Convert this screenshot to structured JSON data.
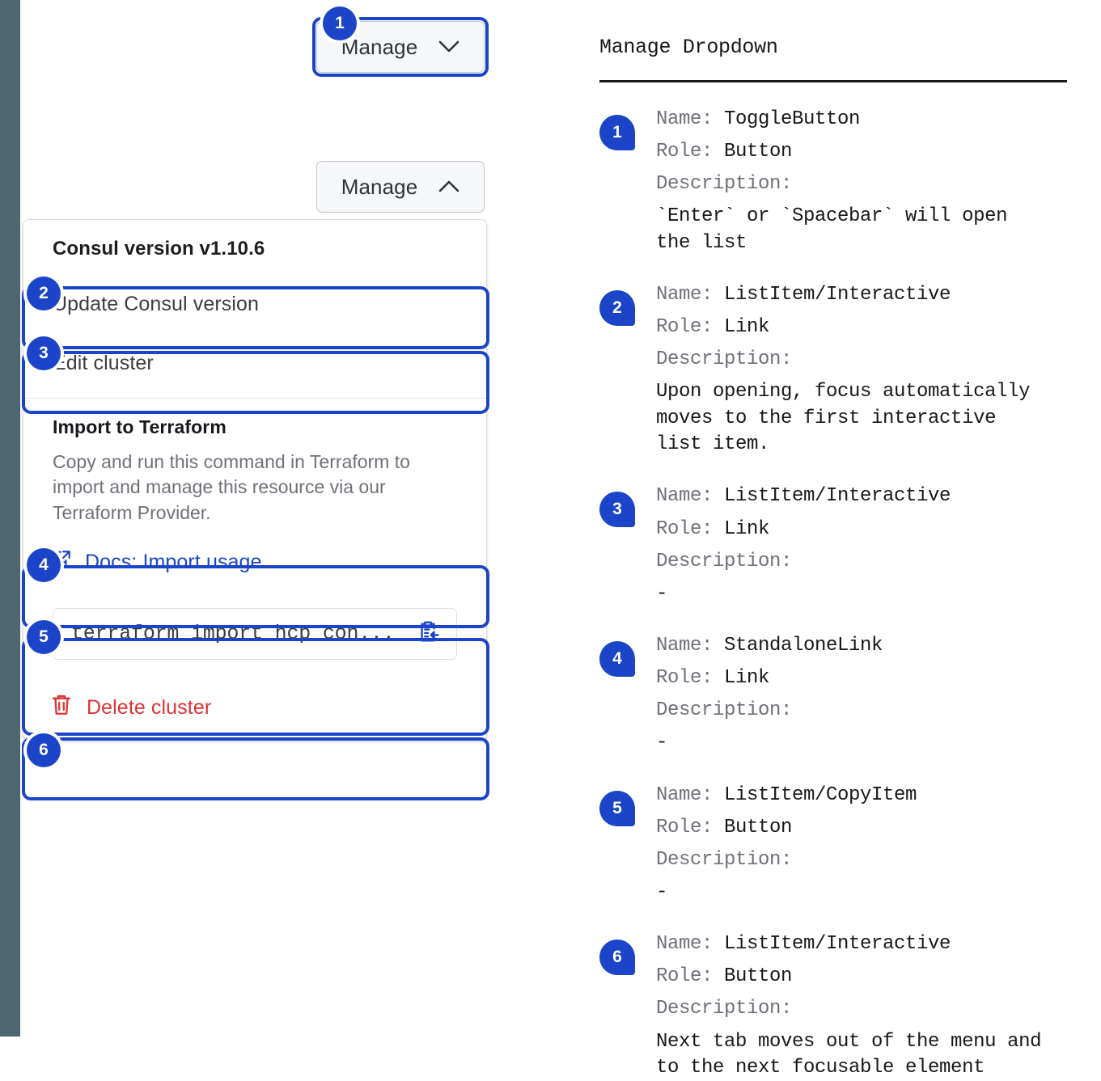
{
  "left_rail_color": "#4d6670",
  "accent_color": "#1b44c8",
  "danger_color": "#e03232",
  "buttons": {
    "closed": {
      "label": "Manage",
      "icon": "chevron-down-icon"
    },
    "open": {
      "label": "Manage",
      "icon": "chevron-up-icon"
    }
  },
  "dropdown": {
    "header": "Consul version v1.10.6",
    "items": [
      {
        "label": "Update Consul version"
      },
      {
        "label": "Edit cluster"
      }
    ],
    "terraform_section": {
      "title": "Import to Terraform",
      "description": "Copy and run this command in Terraform to import and manage this resource via our Terraform Provider.",
      "docs_link": "Docs: Import usage",
      "docs_icon": "docs-external-link-icon",
      "command": "terraform import hcp_con...",
      "copy_icon": "copy-to-clipboard-icon"
    },
    "delete": {
      "label": "Delete cluster",
      "icon": "trash-icon"
    }
  },
  "badges": {
    "one": "1",
    "two": "2",
    "three": "3",
    "four": "4",
    "five": "5",
    "six": "6"
  },
  "doc": {
    "title": "Manage Dropdown",
    "name_key": "Name: ",
    "role_key": "Role: ",
    "desc_key": "Description:",
    "entries": [
      {
        "num": "1",
        "name": "ToggleButton",
        "role": "Button",
        "description": "`Enter` or `Spacebar` will open\nthe list"
      },
      {
        "num": "2",
        "name": "ListItem/Interactive",
        "role": "Link",
        "description": "Upon opening, focus automatically\nmoves to the first interactive\nlist item."
      },
      {
        "num": "3",
        "name": "ListItem/Interactive",
        "role": "Link",
        "description": "-"
      },
      {
        "num": "4",
        "name": "StandaloneLink",
        "role": "Link",
        "description": "-"
      },
      {
        "num": "5",
        "name": "ListItem/CopyItem",
        "role": "Button",
        "description": "-"
      },
      {
        "num": "6",
        "name": "ListItem/Interactive",
        "role": "Button",
        "description": "Next tab moves out of the menu and\nto the next focusable element"
      }
    ]
  }
}
